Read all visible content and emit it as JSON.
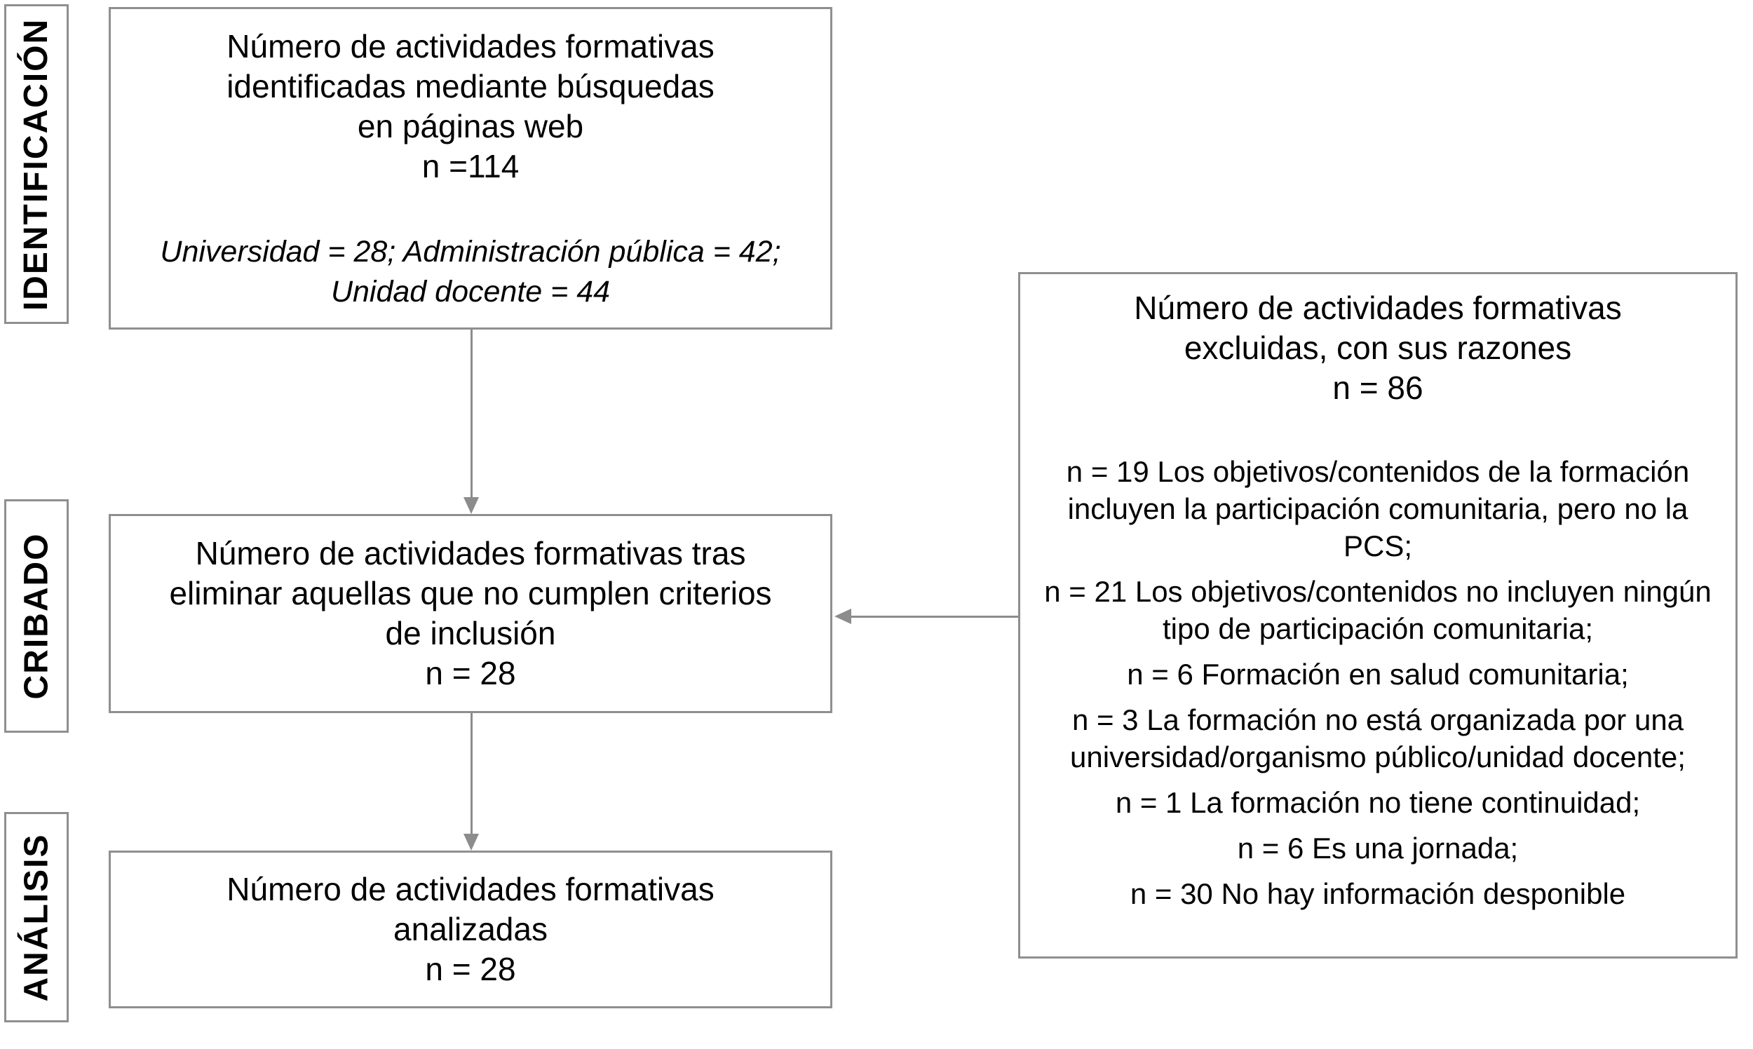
{
  "diagram": {
    "stages": [
      {
        "label": "IDENTIFICACIÓN"
      },
      {
        "label": "CRIBADO"
      },
      {
        "label": "ANÁLISIS"
      }
    ],
    "boxes": {
      "identified": {
        "lines": [
          "Número de actividades formativas",
          "identificadas mediante búsquedas",
          "en páginas web",
          "n =114"
        ],
        "note_lines": [
          "Universidad = 28; Administración pública = 42;",
          "Unidad docente = 44"
        ]
      },
      "screened": {
        "lines": [
          "Número de actividades formativas tras",
          "eliminar aquellas que no cumplen criterios",
          "de inclusión",
          "n = 28"
        ]
      },
      "analyzed": {
        "lines": [
          "Número de actividades formativas",
          "analizadas",
          "n = 28"
        ]
      },
      "excluded": {
        "header_lines": [
          "Número de actividades formativas",
          "excluidas, con sus razones",
          "n = 86"
        ],
        "reasons": [
          "n = 19 Los objetivos/contenidos de la formación incluyen la participación comunitaria, pero no la PCS;",
          "n = 21 Los objetivos/contenidos no incluyen ningún tipo de participación comunitaria;",
          "n = 6 Formación en salud comunitaria;",
          "n = 3 La formación no está organizada por una universidad/organismo público/unidad docente;",
          "n = 1 La formación no tiene continuidad;",
          "n = 6 Es una jornada;",
          "n = 30 No hay información desponible"
        ]
      }
    },
    "colors": {
      "border": "#8f8f8f",
      "arrow": "#8c8c8c",
      "text": "#000000",
      "background": "#ffffff"
    }
  }
}
